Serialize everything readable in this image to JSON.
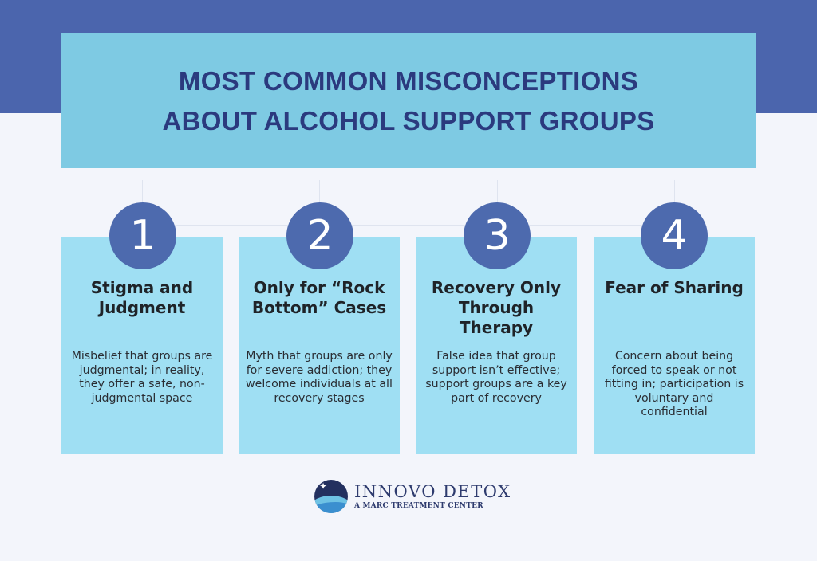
{
  "header": {
    "title_lines": [
      "MOST COMMON MISCONCEPTIONS",
      "ABOUT ALCOHOL SUPPORT GROUPS"
    ]
  },
  "colors": {
    "band": "#4b65ad",
    "title_box": "#7ecae3",
    "title_text": "#2b3a7e",
    "card_bg": "#9fdff3",
    "badge_bg": "#4d6aae",
    "page_bg": "#f3f5fb"
  },
  "cards": [
    {
      "number": "1",
      "title": "Stigma and Judgment",
      "description": "Misbelief that groups are judgmental; in reality, they offer a safe, non-judgmental space"
    },
    {
      "number": "2",
      "title": "Only for “Rock Bottom” Cases",
      "description": "Myth that groups are only for severe addiction; they welcome individuals at all recovery stages"
    },
    {
      "number": "3",
      "title": "Recovery Only Through Therapy",
      "description": "False idea that group support isn’t effective; support groups are a key part of recovery"
    },
    {
      "number": "4",
      "title": "Fear of Sharing",
      "description": "Concern about being forced to speak or not fitting in; participation is voluntary and confidential"
    }
  ],
  "footer": {
    "logo_name": "INNOVO DETOX",
    "logo_subtitle": "A MARC TREATMENT CENTER",
    "logo_icon": "wave-star-logo-icon"
  }
}
